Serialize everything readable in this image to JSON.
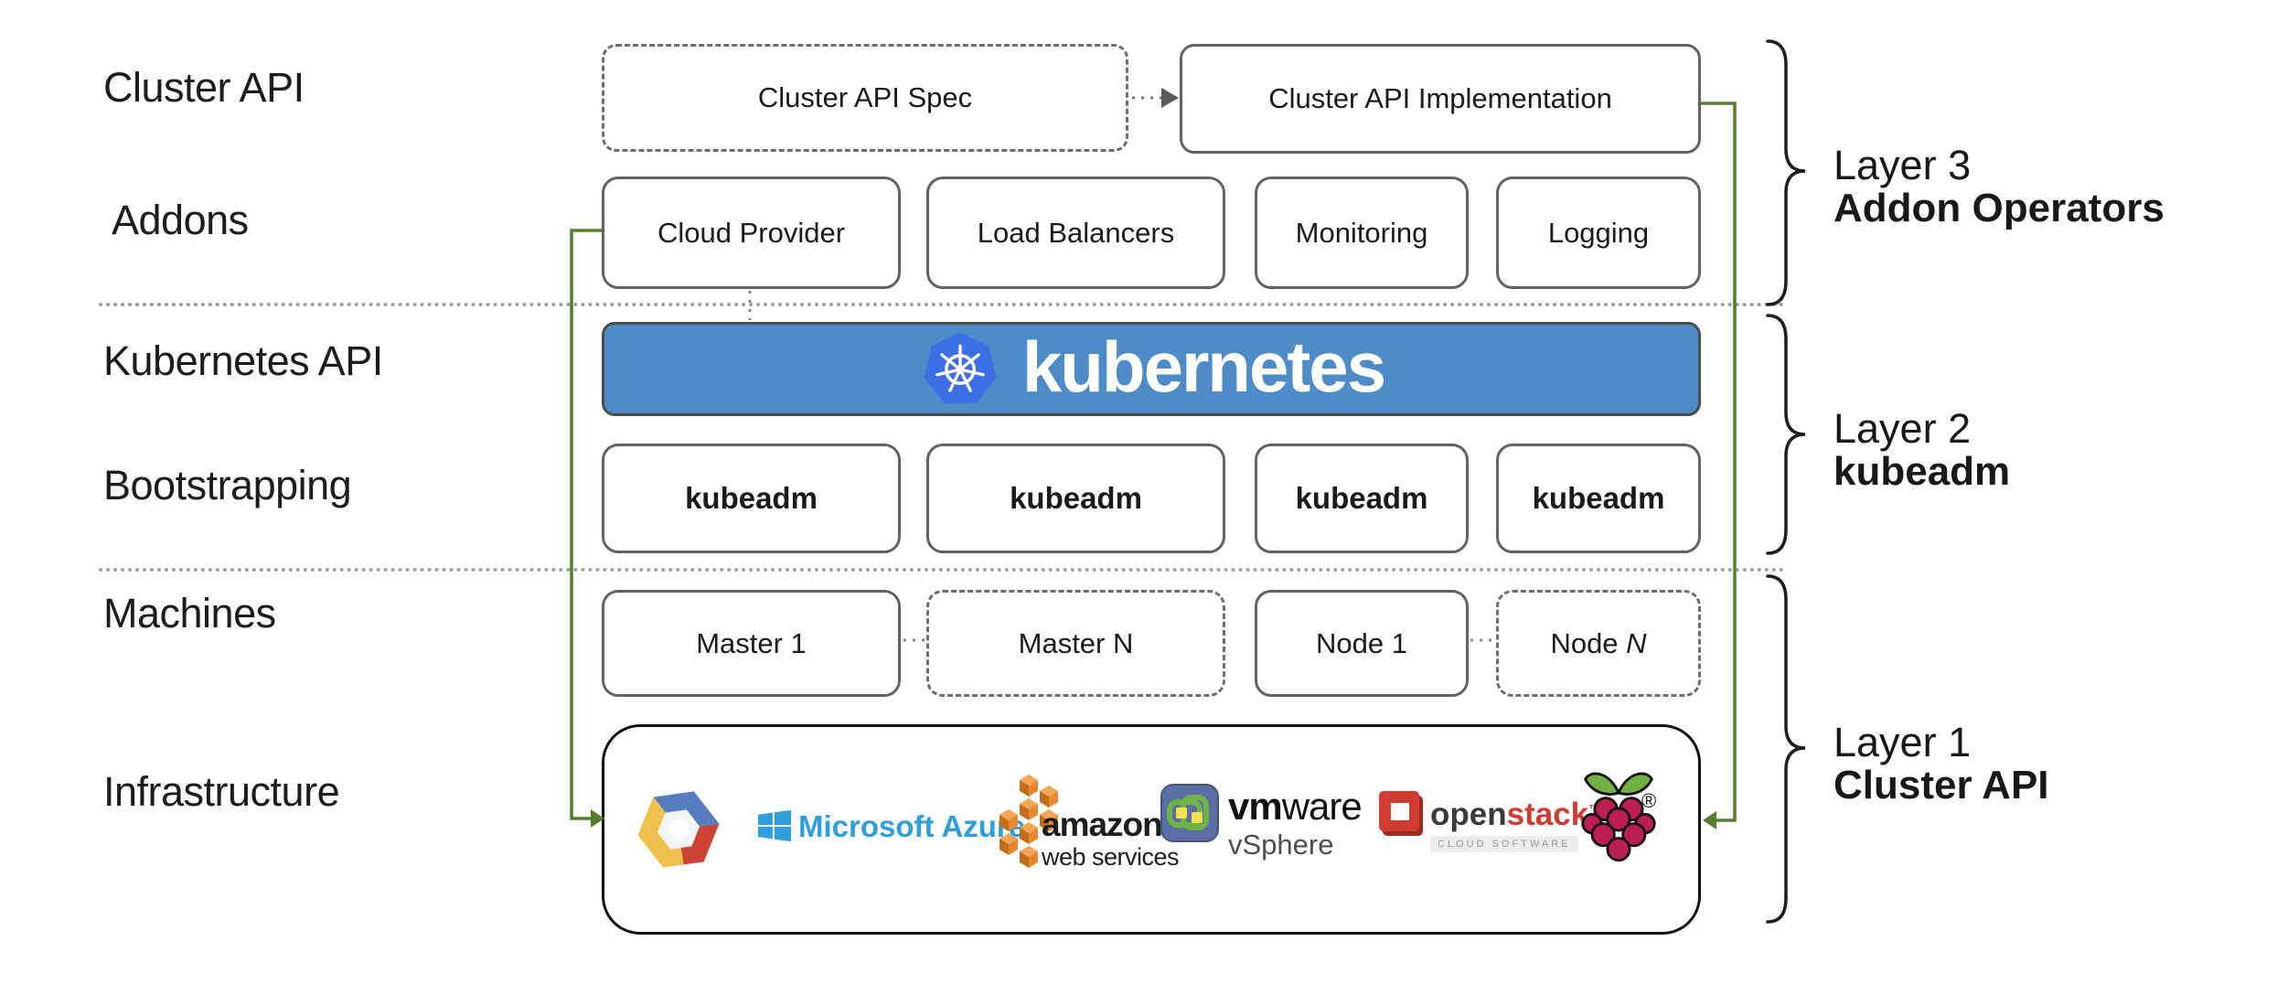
{
  "colors": {
    "accent-green": "#567d2e",
    "k8s-banner-blue": "#4e8cc9",
    "k8s-logo-blue": "#3c6fe4",
    "azure-blue": "#2f9ede",
    "aws-orange": "#e8882f",
    "aws-orange-light": "#f6a455",
    "aws-orange-dark": "#c26d1a",
    "vmware-slate": "#5b6ea6",
    "vmware-green": "#6fb545",
    "vmware-yellow": "#f2e34c",
    "openstack-red": "#d03c31",
    "raspberry-crimson": "#bd1e51",
    "leaf-green": "#72b043"
  },
  "row_labels": [
    {
      "label": "Cluster API"
    },
    {
      "label": "Addons"
    },
    {
      "label": "Kubernetes API"
    },
    {
      "label": "Bootstrapping"
    },
    {
      "label": "Machines"
    },
    {
      "label": "Infrastructure"
    }
  ],
  "cluster_api_row": {
    "spec": "Cluster API Spec",
    "implementation": "Cluster API Implementation"
  },
  "addons_row": [
    {
      "label": "Cloud Provider"
    },
    {
      "label": "Load Balancers"
    },
    {
      "label": "Monitoring"
    },
    {
      "label": "Logging"
    }
  ],
  "kubernetes_banner": {
    "wordmark": "kubernetes"
  },
  "bootstrapping_row": [
    {
      "label": "kubeadm"
    },
    {
      "label": "kubeadm"
    },
    {
      "label": "kubeadm"
    },
    {
      "label": "kubeadm"
    }
  ],
  "machines_row": [
    {
      "prefix": "Master 1",
      "suffix": ""
    },
    {
      "prefix": "Master N",
      "suffix": ""
    },
    {
      "prefix": "Node 1",
      "suffix": ""
    },
    {
      "prefix": "Node ",
      "suffix": "N"
    }
  ],
  "infrastructure": {
    "azure_text": "Microsoft Azure",
    "aws_line1": "amazon",
    "aws_line2": "web services",
    "vmware_bold": "vm",
    "vmware_rest": "ware",
    "vmware_sub": "vSphere",
    "openstack_dark": "open",
    "openstack_red": "stack",
    "openstack_tm": "™",
    "openstack_sub": "CLOUD SOFTWARE",
    "raspberry_reg": "®"
  },
  "layer_brackets": [
    {
      "line1": "Layer 3",
      "line2": "Addon Operators"
    },
    {
      "line1": "Layer 2",
      "line2": "kubeadm"
    },
    {
      "line1": "Layer 1",
      "line2": "Cluster API"
    }
  ]
}
